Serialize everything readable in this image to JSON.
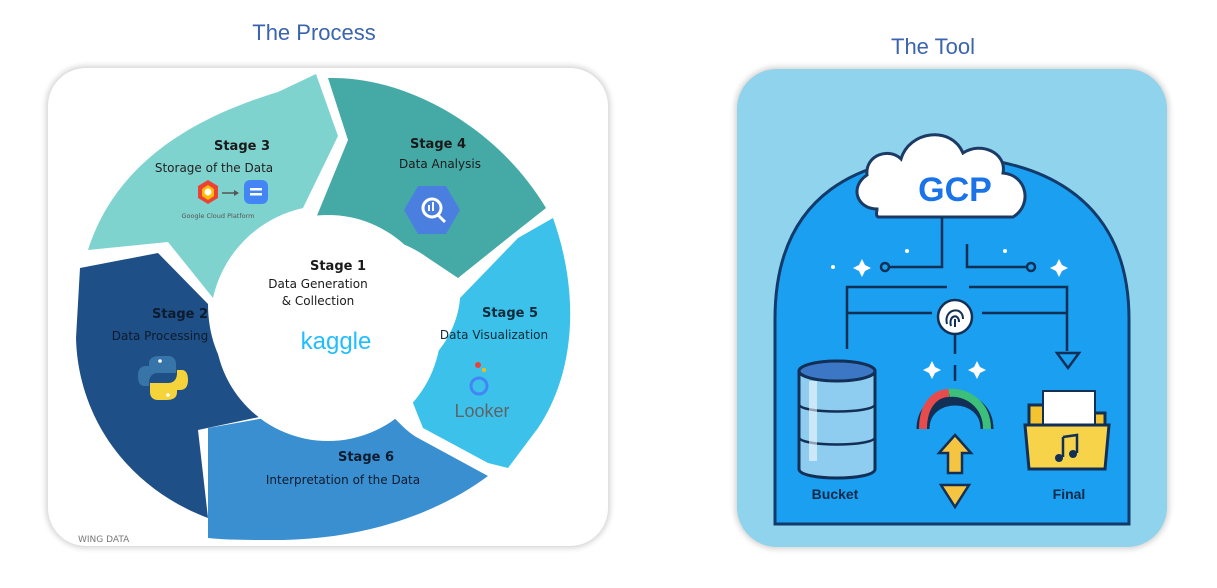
{
  "process": {
    "title": "The Process",
    "stage1": {
      "name": "Stage 1",
      "desc_line1": "Data Generation",
      "desc_line2": "& Collection",
      "logo": "kaggle"
    },
    "stage2": {
      "name": "Stage 2",
      "desc": "Data Processing",
      "icon": "python-logo-icon"
    },
    "stage3": {
      "name": "Stage 3",
      "desc": "Storage of the Data",
      "logo_caption": "Google Cloud Platform",
      "icon": "gcp-storage-icon"
    },
    "stage4": {
      "name": "Stage 4",
      "desc": "Data Analysis",
      "icon": "bigquery-icon"
    },
    "stage5": {
      "name": "Stage 5",
      "desc": "Data Visualization",
      "logo": "Looker"
    },
    "stage6": {
      "name": "Stage 6",
      "desc": "Interpretation of the Data"
    },
    "watermark": "WING DATA",
    "colors": {
      "stage1": "#ffffff",
      "stage2": "#1e4f86",
      "stage3": "#7fd3cf",
      "stage4": "#45aaa6",
      "stage5": "#3cc2ea",
      "stage6": "#3a8fd0"
    }
  },
  "tool": {
    "title": "The Tool",
    "cloud_label": "GCP",
    "left_label": "Bucket",
    "right_label": "Final",
    "colors": {
      "background": "#8fd3ec",
      "panel": "#1b9ff0",
      "folder": "#f4c430"
    }
  }
}
